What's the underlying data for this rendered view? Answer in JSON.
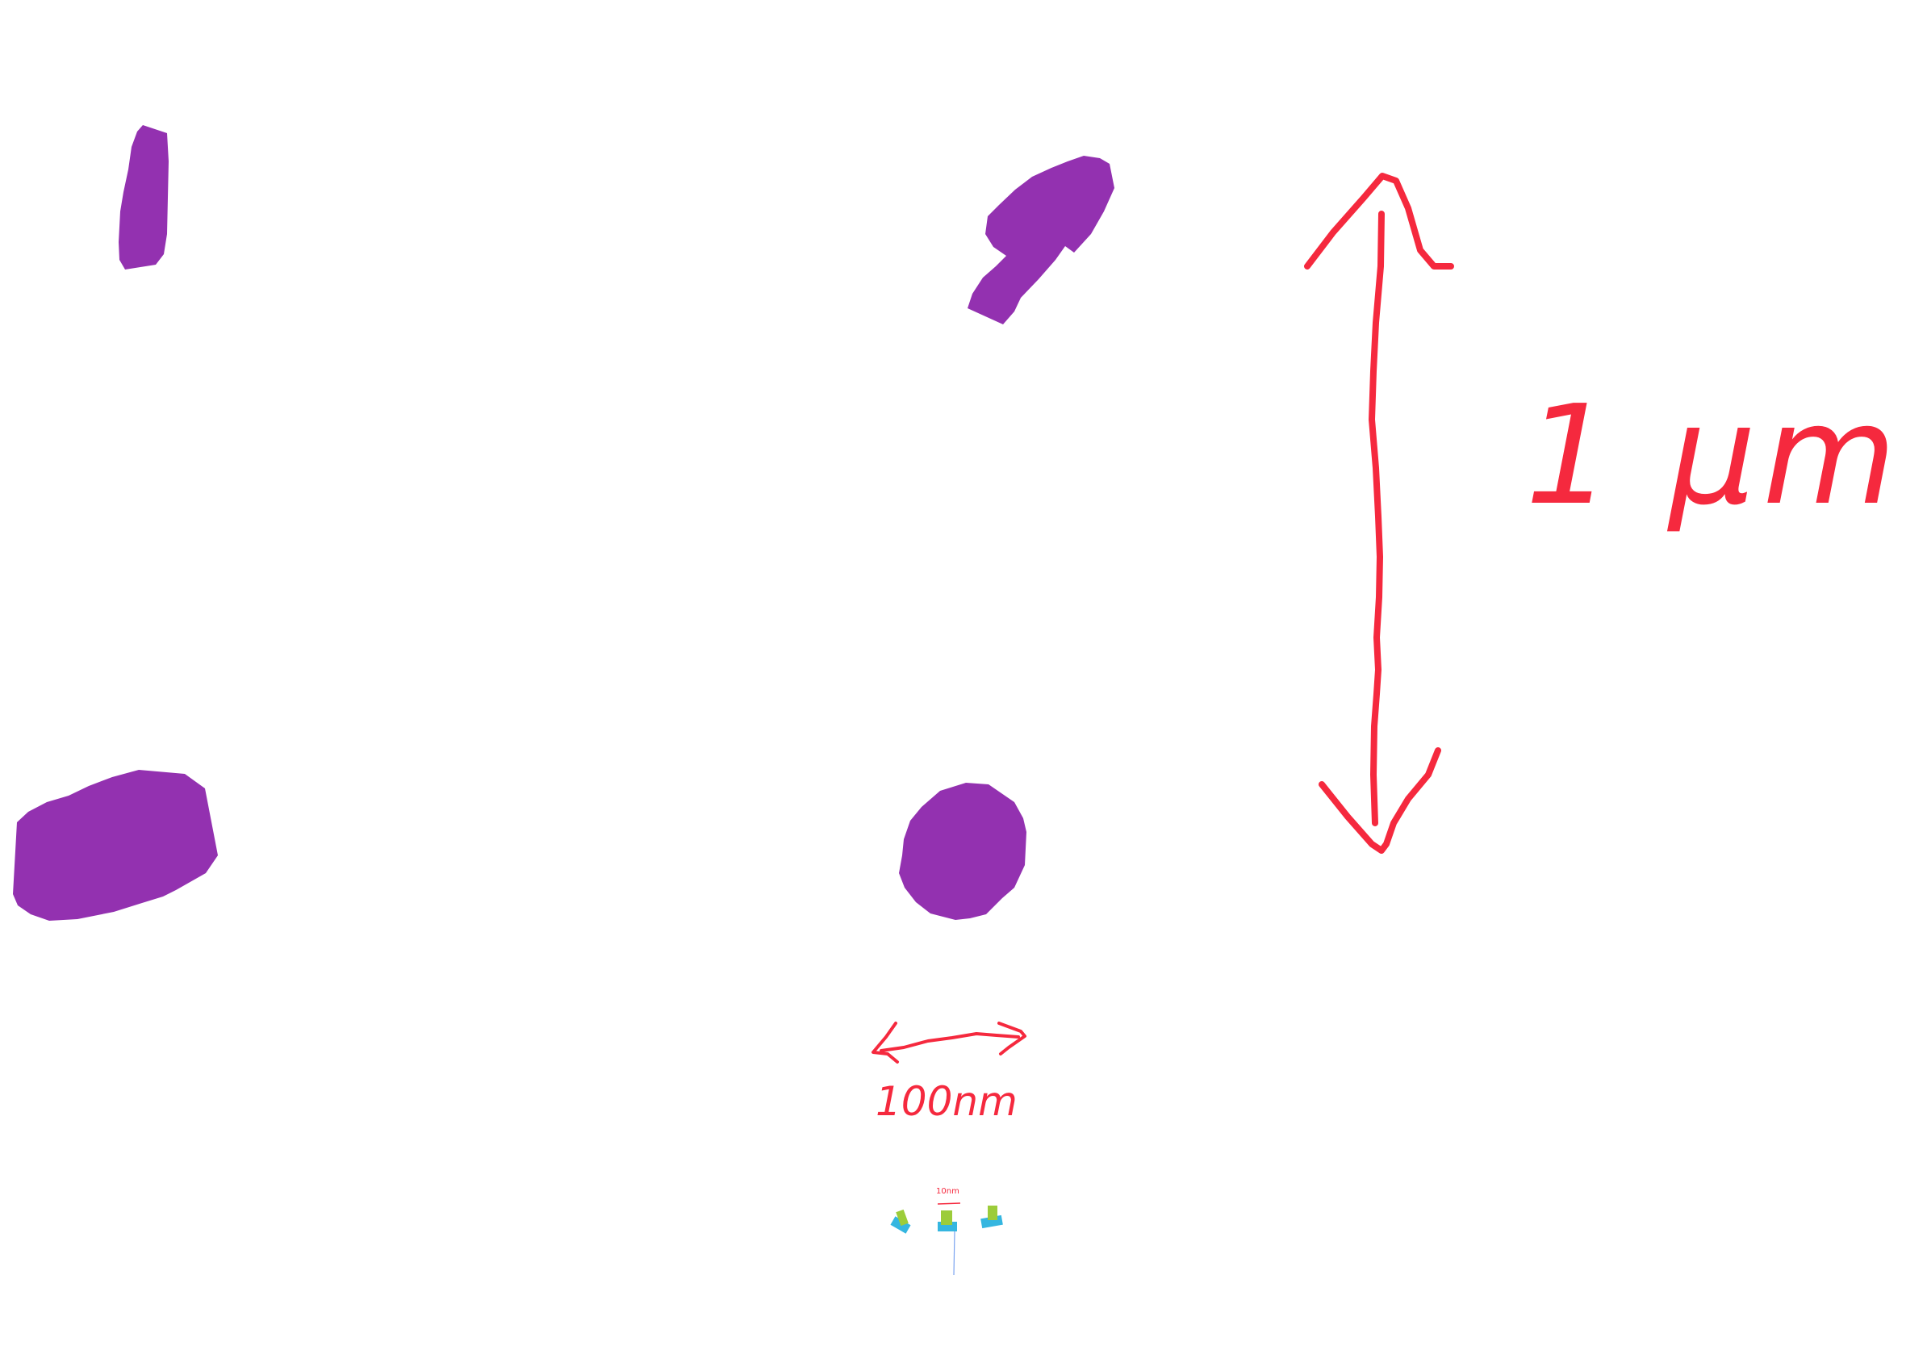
{
  "scale_labels": {
    "large": "1 μm",
    "medium": "100nm",
    "small": "10nm"
  },
  "colors": {
    "particle_fill": "#9331b0",
    "annotation_red": "#f5293e",
    "tiny_icon_green": "#9ccc3a",
    "tiny_icon_blue": "#35b6e0"
  },
  "particles": [
    {
      "shape": "elongated-rod"
    },
    {
      "shape": "club-shaped"
    },
    {
      "shape": "flattened-ellipse"
    },
    {
      "shape": "round"
    }
  ]
}
